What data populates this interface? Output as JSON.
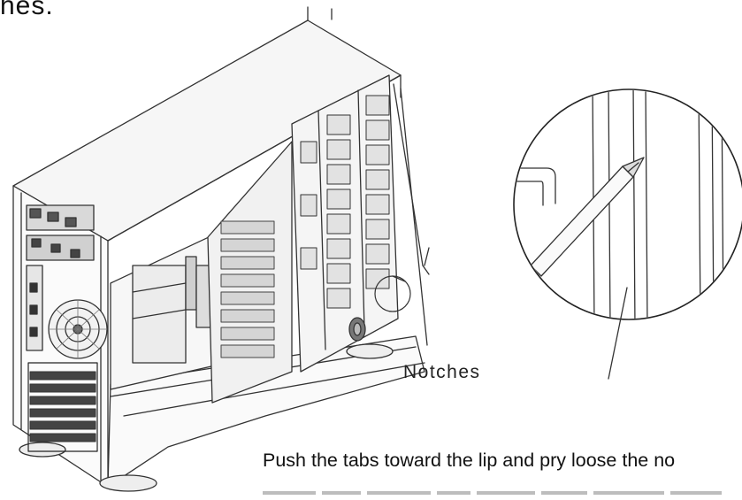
{
  "heading_fragment": "hes.",
  "callout_label": "Notches",
  "caption": "Push the tabs toward the lip and pry loose the no"
}
